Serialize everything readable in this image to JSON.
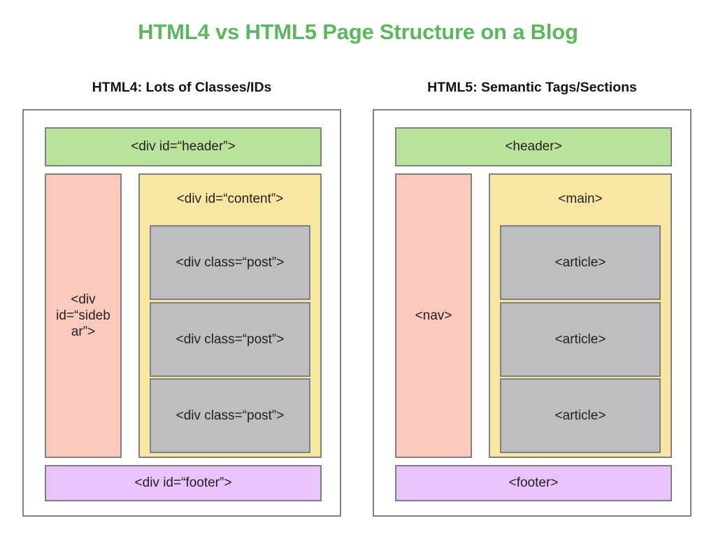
{
  "title": "HTML4 vs HTML5 Page Structure on a Blog",
  "colors": {
    "title_green": "#5cb85c",
    "header_green": "#b9e39a",
    "sidebar_pink": "#fcc9bd",
    "content_yellow": "#f8e7a0",
    "post_gray": "#bdbdc2",
    "footer_purple": "#e9c3fb",
    "border_gray": "#808080",
    "text_dark": "#231f20"
  },
  "panels": [
    {
      "heading": "HTML4: Lots of Classes/IDs",
      "header": "<div id=“header”>",
      "sidebar": "<div\nid=“sideb\nar”>",
      "content": "<div id=“content”>",
      "inner": [
        "<div class=“post”>",
        "<div class=“post”>",
        "<div class=“post”>"
      ],
      "footer": "<div id=“footer”>"
    },
    {
      "heading": "HTML5: Semantic Tags/Sections",
      "header": "<header>",
      "sidebar": "<nav>",
      "content": "<main>",
      "inner": [
        "<article>",
        "<article>",
        "<article>"
      ],
      "footer": "<footer>"
    }
  ]
}
